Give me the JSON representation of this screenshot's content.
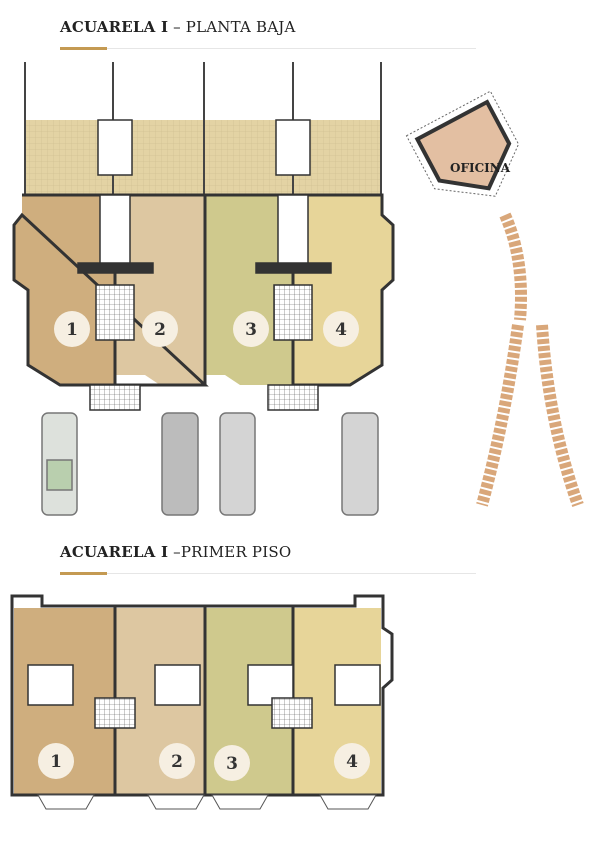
{
  "sections": [
    {
      "title_bold": "ACUARELA I",
      "title_rest": " – PLANTA BAJA",
      "units": [
        "1",
        "2",
        "3",
        "4"
      ],
      "office_label": "OFICINA"
    },
    {
      "title_bold": "ACUARELA I",
      "title_rest": " –PRIMER PISO",
      "units": [
        "1",
        "2",
        "3",
        "4"
      ]
    }
  ],
  "colors": {
    "unit1": "#cfae7e",
    "unit2": "#ddc7a1",
    "unit3": "#cfc98d",
    "unit4": "#e7d599",
    "yard": "#e3d3a4",
    "office": "#e3bfa2",
    "accent": "#c49a52"
  }
}
